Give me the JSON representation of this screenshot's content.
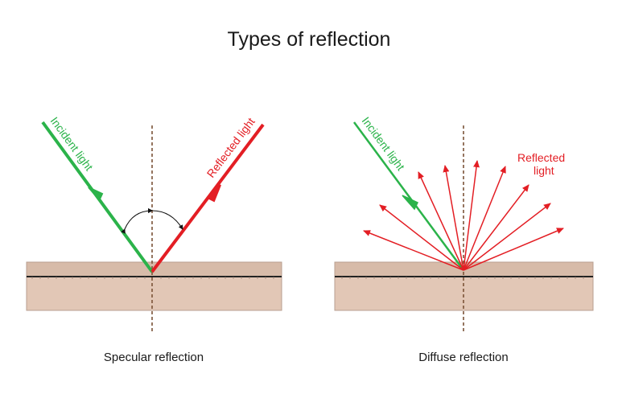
{
  "title": "Types of reflection",
  "colors": {
    "incident": "#2bb34a",
    "reflected": "#e31e24",
    "surface_fill": "#e2c7b6",
    "surface_top": "#d7bba9",
    "surface_stroke": "#b89f90",
    "normal_line": "#7b5338",
    "arc": "#111111"
  },
  "specular": {
    "incident_label": "Incident light",
    "reflected_label": "Reflected light",
    "caption": "Specular reflection"
  },
  "diffuse": {
    "incident_label": "Incident light",
    "reflected_label_line1": "Reflected",
    "reflected_label_line2": "light",
    "caption": "Diffuse reflection"
  }
}
